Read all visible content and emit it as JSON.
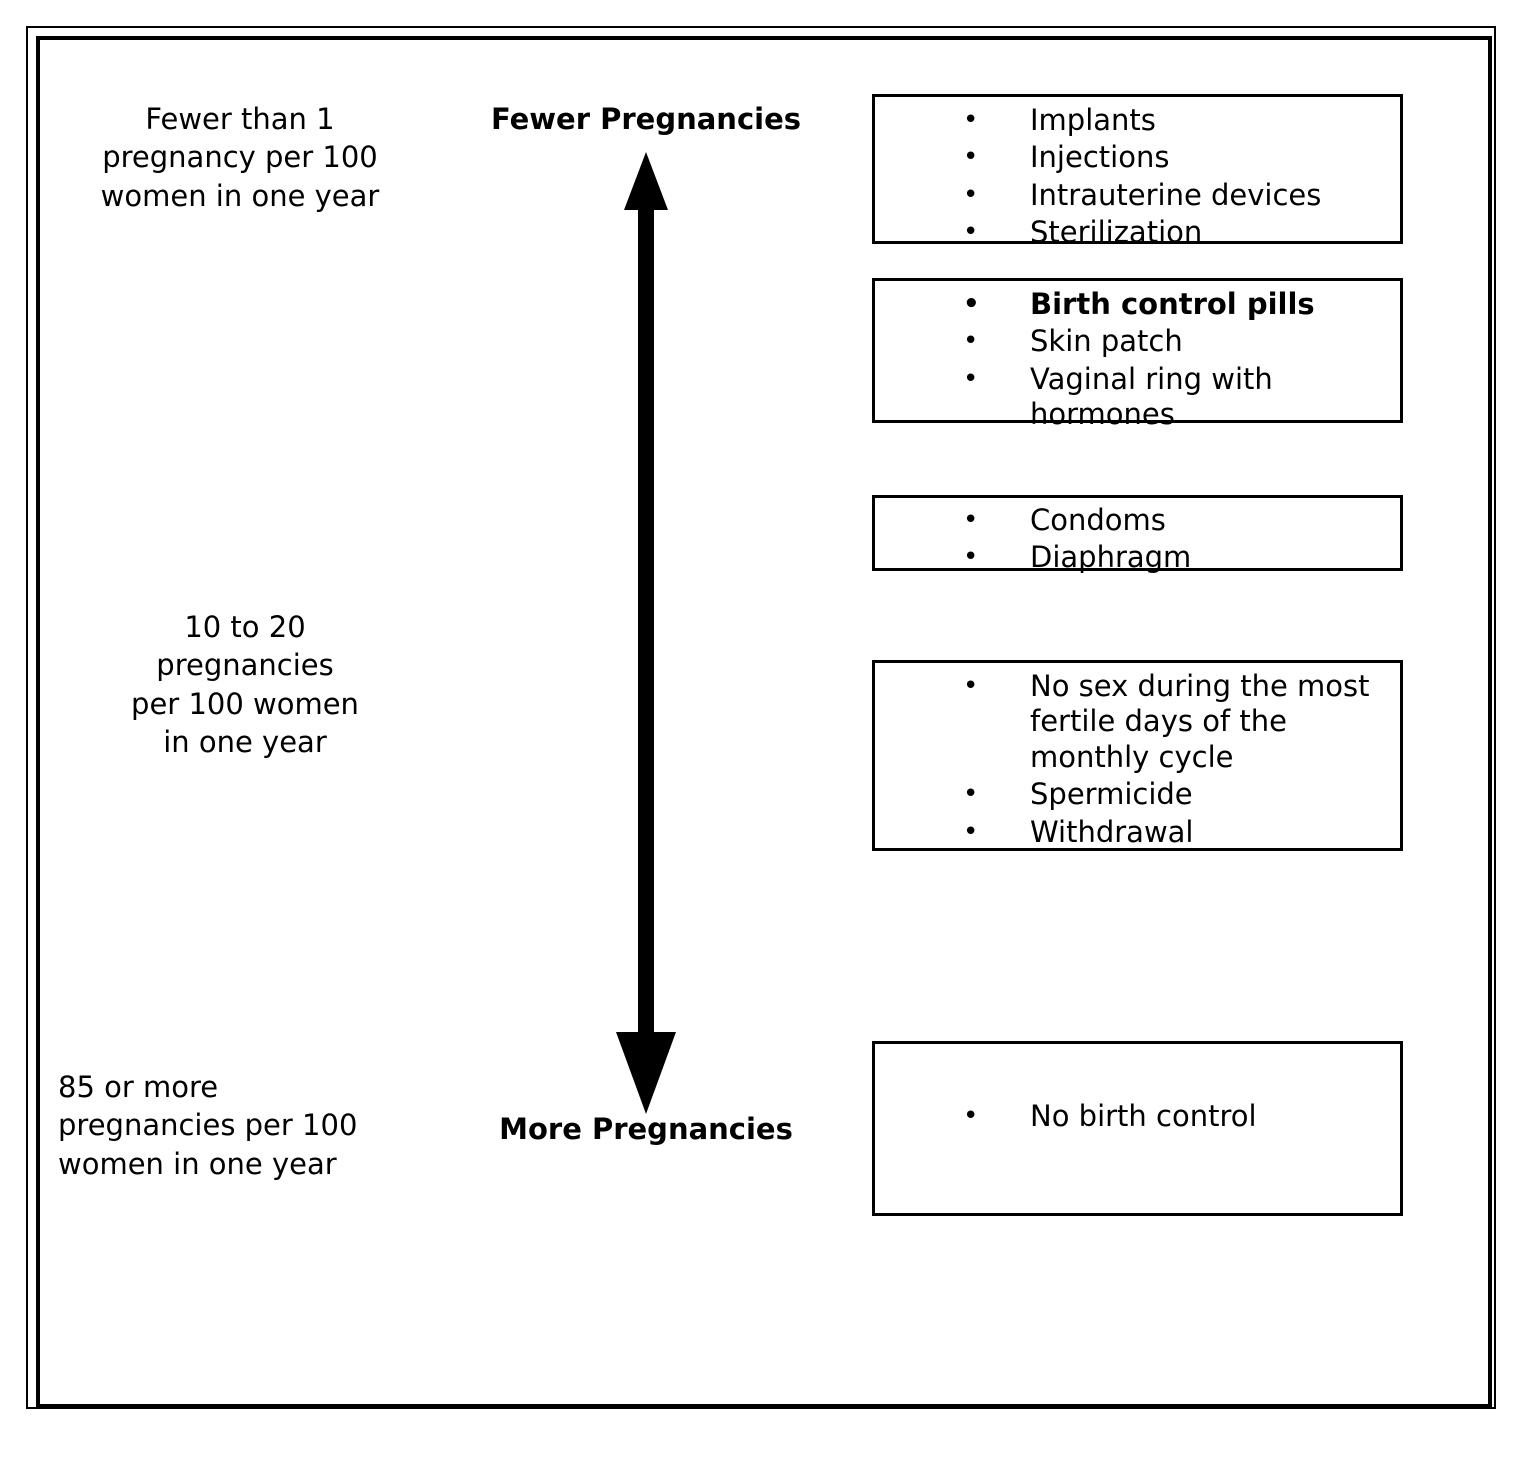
{
  "diagram": {
    "title": "Birth control effectiveness scale",
    "axis": {
      "top_label": "Fewer Pregnancies",
      "bottom_label": "More Pregnancies",
      "arrow_icon": "double-headed-vertical-arrow-icon"
    },
    "scale_notes": [
      {
        "text": "Fewer than 1\npregnancy per 100\nwomen in one year"
      },
      {
        "text": "10 to 20\npregnancies\nper 100 women\nin one year"
      },
      {
        "text": "85 or more\npregnancies per 100\nwomen in one year"
      }
    ],
    "method_groups": [
      {
        "name": "most-effective-group",
        "items": [
          {
            "label": "Implants",
            "bold": false
          },
          {
            "label": "Injections",
            "bold": false
          },
          {
            "label": "Intrauterine devices",
            "bold": false
          },
          {
            "label": "Sterilization",
            "bold": false
          }
        ]
      },
      {
        "name": "hormonal-group",
        "items": [
          {
            "label": "Birth control pills",
            "bold": true
          },
          {
            "label": "Skin patch",
            "bold": false
          },
          {
            "label": "Vaginal ring with hormones",
            "bold": false
          }
        ]
      },
      {
        "name": "barrier-group",
        "items": [
          {
            "label": "Condoms",
            "bold": false
          },
          {
            "label": "Diaphragm",
            "bold": false
          }
        ]
      },
      {
        "name": "behavioral-group",
        "items": [
          {
            "label": "No sex during the most fertile days of the monthly cycle",
            "bold": false
          },
          {
            "label": "Spermicide",
            "bold": false
          },
          {
            "label": "Withdrawal",
            "bold": false
          }
        ]
      },
      {
        "name": "no-method-group",
        "items": [
          {
            "label": "No birth control",
            "bold": false
          }
        ]
      }
    ],
    "bullet_glyph": "•",
    "colors": {
      "ink": "#000000",
      "background": "#ffffff"
    }
  }
}
